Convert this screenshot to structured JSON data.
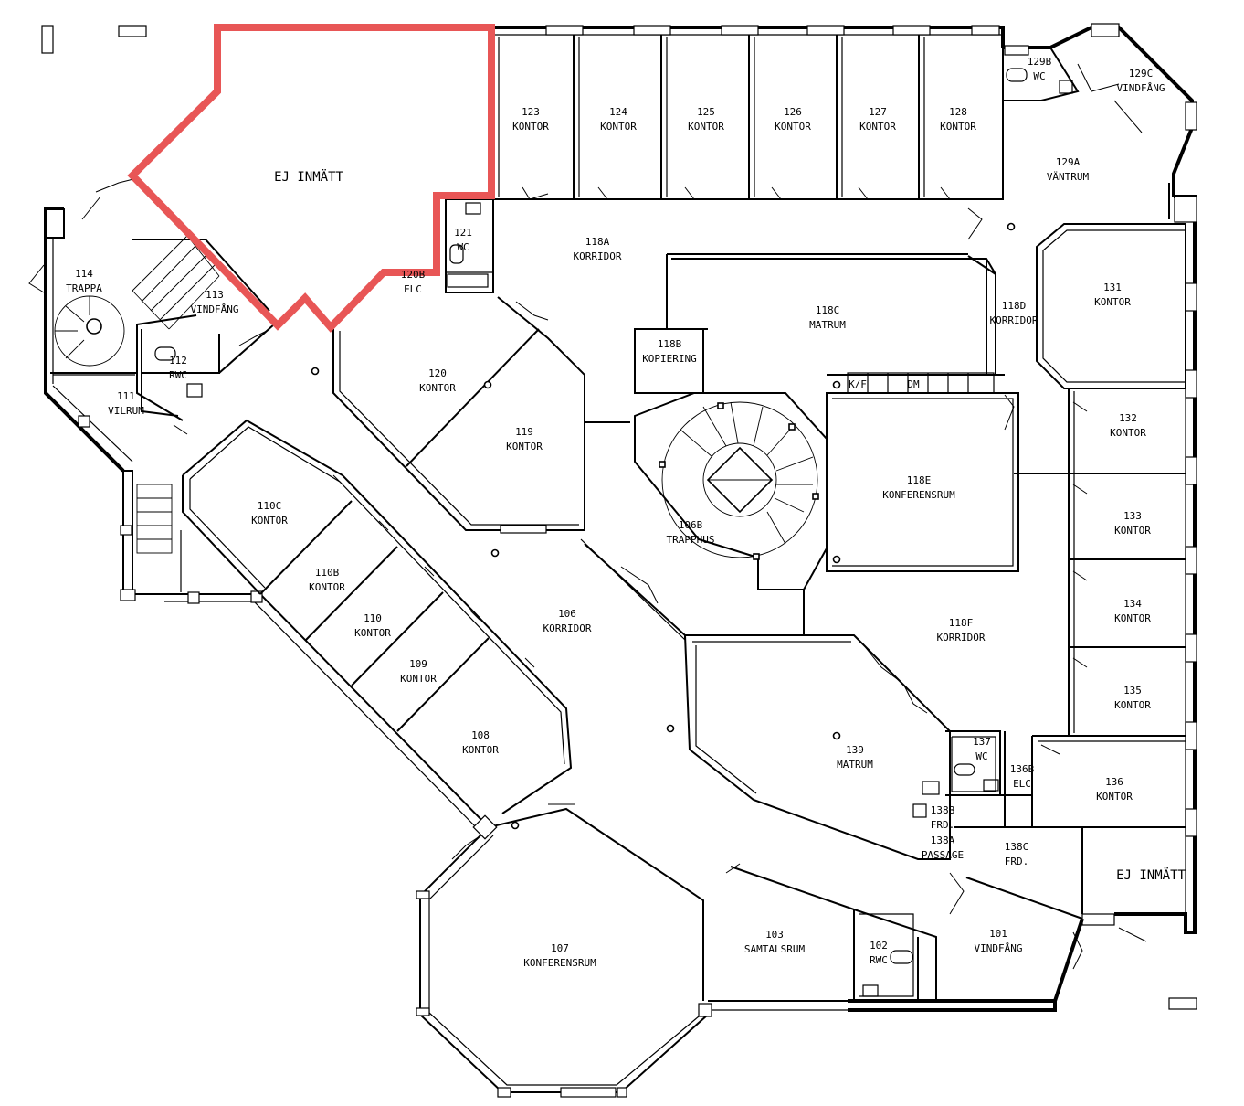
{
  "rooms": [
    {
      "id": "ej-inmatt-top",
      "num": "",
      "name": "EJ INMÄTT"
    },
    {
      "id": "ej-inmatt-bottom",
      "num": "",
      "name": "EJ INMÄTT"
    },
    {
      "id": "r123",
      "num": "123",
      "name": "KONTOR"
    },
    {
      "id": "r124",
      "num": "124",
      "name": "KONTOR"
    },
    {
      "id": "r125",
      "num": "125",
      "name": "KONTOR"
    },
    {
      "id": "r126",
      "num": "126",
      "name": "KONTOR"
    },
    {
      "id": "r127",
      "num": "127",
      "name": "KONTOR"
    },
    {
      "id": "r128",
      "num": "128",
      "name": "KONTOR"
    },
    {
      "id": "r129b",
      "num": "129B",
      "name": "WC"
    },
    {
      "id": "r129c",
      "num": "129C",
      "name": "VINDFÅNG"
    },
    {
      "id": "r129a",
      "num": "129A",
      "name": "VÄNTRUM"
    },
    {
      "id": "r121",
      "num": "121",
      "name": "WC"
    },
    {
      "id": "r120b",
      "num": "120B",
      "name": "ELC"
    },
    {
      "id": "r118a",
      "num": "118A",
      "name": "KORRIDOR"
    },
    {
      "id": "r114",
      "num": "114",
      "name": "TRAPPA"
    },
    {
      "id": "r113",
      "num": "113",
      "name": "VINDFÅNG"
    },
    {
      "id": "r112",
      "num": "112",
      "name": "RWC"
    },
    {
      "id": "r111",
      "num": "111",
      "name": "VILRUM"
    },
    {
      "id": "r118c",
      "num": "118C",
      "name": "MATRUM"
    },
    {
      "id": "r118d",
      "num": "118D",
      "name": "KORRIDOR"
    },
    {
      "id": "r131",
      "num": "131",
      "name": "KONTOR"
    },
    {
      "id": "r118b",
      "num": "118B",
      "name": "KOPIERING"
    },
    {
      "id": "r120",
      "num": "120",
      "name": "KONTOR"
    },
    {
      "id": "r119",
      "num": "119",
      "name": "KONTOR"
    },
    {
      "id": "r132",
      "num": "132",
      "name": "KONTOR"
    },
    {
      "id": "r118e",
      "num": "118E",
      "name": "KONFERENSRUM"
    },
    {
      "id": "r110c",
      "num": "110C",
      "name": "KONTOR"
    },
    {
      "id": "r106b",
      "num": "106B",
      "name": "TRAPPHUS"
    },
    {
      "id": "r133",
      "num": "133",
      "name": "KONTOR"
    },
    {
      "id": "r110b",
      "num": "110B",
      "name": "KONTOR"
    },
    {
      "id": "r134",
      "num": "134",
      "name": "KONTOR"
    },
    {
      "id": "r106",
      "num": "106",
      "name": "KORRIDOR"
    },
    {
      "id": "r110",
      "num": "110",
      "name": "KONTOR"
    },
    {
      "id": "r118f",
      "num": "118F",
      "name": "KORRIDOR"
    },
    {
      "id": "r109",
      "num": "109",
      "name": "KONTOR"
    },
    {
      "id": "r135",
      "num": "135",
      "name": "KONTOR"
    },
    {
      "id": "r108",
      "num": "108",
      "name": "KONTOR"
    },
    {
      "id": "r139",
      "num": "139",
      "name": "MATRUM"
    },
    {
      "id": "r137",
      "num": "137",
      "name": "WC"
    },
    {
      "id": "r136b",
      "num": "136B",
      "name": "ELC"
    },
    {
      "id": "r136",
      "num": "136",
      "name": "KONTOR"
    },
    {
      "id": "r138b",
      "num": "138B",
      "name": "FRD."
    },
    {
      "id": "r138a",
      "num": "138A",
      "name": "PASSAGE"
    },
    {
      "id": "r138c",
      "num": "138C",
      "name": "FRD."
    },
    {
      "id": "r107",
      "num": "107",
      "name": "KONFERENSRUM"
    },
    {
      "id": "r103",
      "num": "103",
      "name": "SAMTALSRUM"
    },
    {
      "id": "r102",
      "num": "102",
      "name": "RWC"
    },
    {
      "id": "r101",
      "num": "101",
      "name": "VINDFÅNG"
    }
  ],
  "fixtures": {
    "kf_label": "K/F",
    "dm_label": "DM"
  },
  "colors": {
    "highlight": "#e85656",
    "wall": "#000000",
    "background": "#ffffff"
  }
}
